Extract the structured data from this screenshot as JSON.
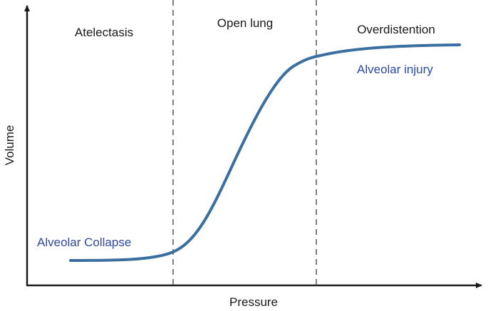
{
  "diagram": {
    "regions": {
      "left": "Atelectasis",
      "middle": "Open lung",
      "right": "Overdistention"
    },
    "annotations": {
      "low": "Alveolar Collapse",
      "high": "Alveolar injury"
    },
    "axes": {
      "x_label": "Pressure",
      "y_label": "Volume"
    }
  },
  "colors": {
    "curve": "#3a6f9f",
    "annotation_text": "#2e4a9e",
    "axis": "#1a1a1a",
    "divider": "#808080"
  }
}
